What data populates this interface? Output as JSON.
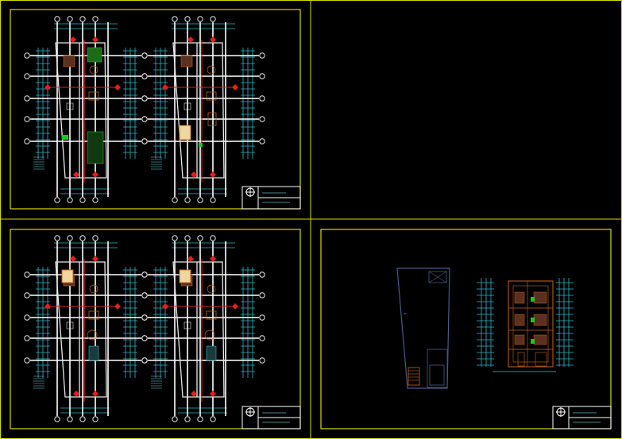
{
  "colors": {
    "background": "#000000",
    "frame": "#d8d800",
    "dimension": "#2fb7c9",
    "axis": "#e02020",
    "grid": "#ffffff",
    "furniture": "#c8651a",
    "vegetation": "#22c422"
  },
  "sheets": [
    {
      "id": "sheet-1",
      "title_block_line1": "",
      "title_block_line2": ""
    },
    {
      "id": "sheet-2",
      "title_block_line1": "",
      "title_block_line2": ""
    },
    {
      "id": "sheet-3",
      "title_block_line1": "",
      "title_block_line2": ""
    }
  ],
  "icons": [
    "compass-icon",
    "stair-icon",
    "axis-bubble-icon"
  ]
}
